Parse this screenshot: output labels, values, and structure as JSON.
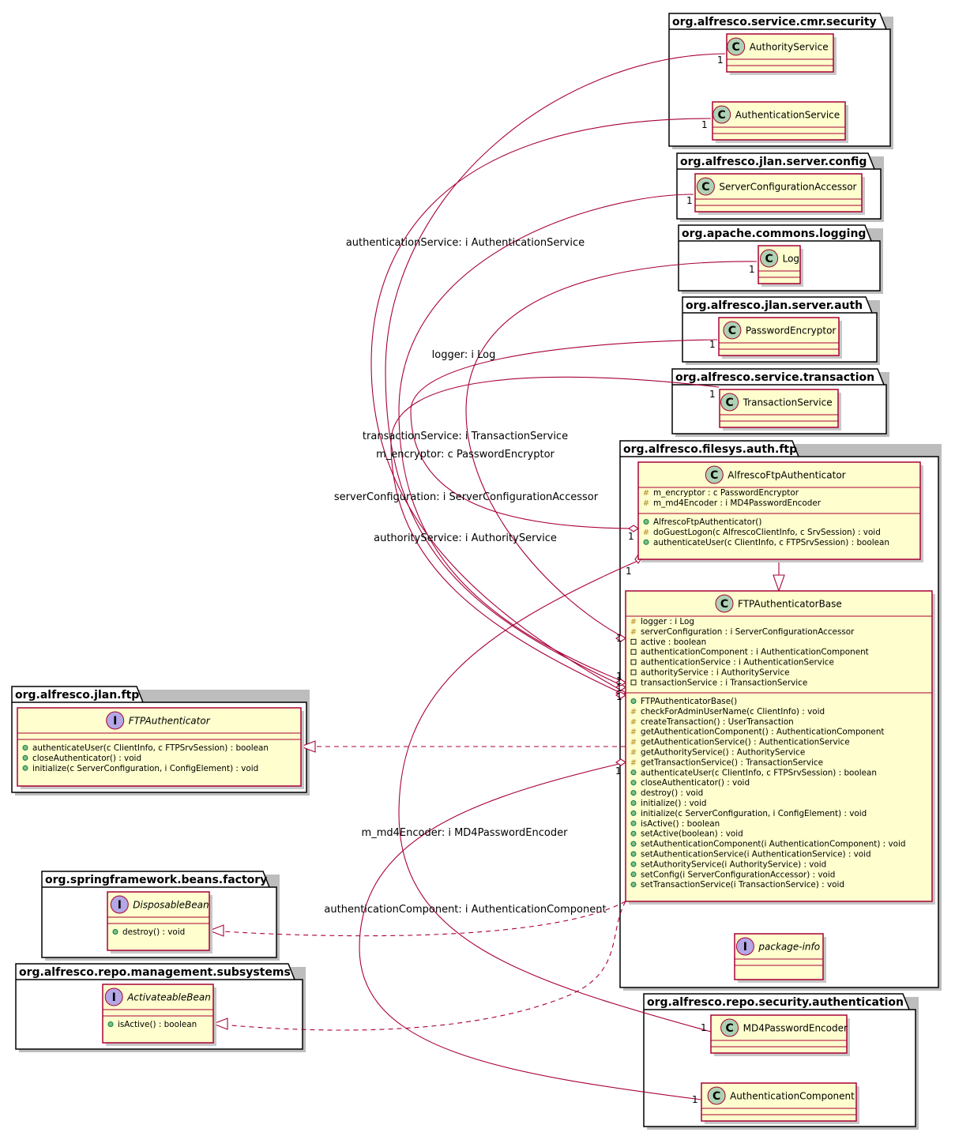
{
  "diagram": {
    "packages": [
      {
        "id": "p_cmr_security",
        "name": "org.alfresco.service.cmr.security"
      },
      {
        "id": "p_server_config",
        "name": "org.alfresco.jlan.server.config"
      },
      {
        "id": "p_logging",
        "name": "org.apache.commons.logging"
      },
      {
        "id": "p_server_auth",
        "name": "org.alfresco.jlan.server.auth"
      },
      {
        "id": "p_transaction",
        "name": "org.alfresco.service.transaction"
      },
      {
        "id": "p_filesys_ftp",
        "name": "org.alfresco.filesys.auth.ftp"
      },
      {
        "id": "p_jlan_ftp",
        "name": "org.alfresco.jlan.ftp"
      },
      {
        "id": "p_spring",
        "name": "org.springframework.beans.factory"
      },
      {
        "id": "p_subsystems",
        "name": "org.alfresco.repo.management.subsystems"
      },
      {
        "id": "p_repo_auth",
        "name": "org.alfresco.repo.security.authentication"
      }
    ],
    "classes": [
      {
        "id": "AuthorityService",
        "kind": "class",
        "name": "AuthorityService",
        "fields": [],
        "methods": []
      },
      {
        "id": "AuthenticationService",
        "kind": "class",
        "name": "AuthenticationService",
        "fields": [],
        "methods": []
      },
      {
        "id": "ServerConfigurationAccessor",
        "kind": "class",
        "name": "ServerConfigurationAccessor",
        "fields": [],
        "methods": []
      },
      {
        "id": "Log",
        "kind": "class",
        "name": "Log",
        "fields": [],
        "methods": []
      },
      {
        "id": "PasswordEncryptor",
        "kind": "class",
        "name": "PasswordEncryptor",
        "fields": [],
        "methods": []
      },
      {
        "id": "TransactionService",
        "kind": "class",
        "name": "TransactionService",
        "fields": [],
        "methods": []
      },
      {
        "id": "AlfrescoFtpAuthenticator",
        "kind": "class",
        "name": "AlfrescoFtpAuthenticator",
        "fields": [
          {
            "vis": "protected",
            "text": "m_encryptor : c PasswordEncryptor"
          },
          {
            "vis": "protected",
            "text": "m_md4Encoder : i MD4PasswordEncoder"
          }
        ],
        "methods": [
          {
            "vis": "public",
            "text": "AlfrescoFtpAuthenticator()"
          },
          {
            "vis": "protected",
            "text": "doGuestLogon(c AlfrescoClientInfo, c SrvSession)  : void"
          },
          {
            "vis": "public",
            "text": "authenticateUser(c ClientInfo, c FTPSrvSession)  : boolean"
          }
        ]
      },
      {
        "id": "FTPAuthenticatorBase",
        "kind": "class",
        "name": "FTPAuthenticatorBase",
        "fields": [
          {
            "vis": "protected",
            "text": "logger : i Log"
          },
          {
            "vis": "protected",
            "text": "serverConfiguration : i ServerConfigurationAccessor"
          },
          {
            "vis": "private",
            "text": "active : boolean"
          },
          {
            "vis": "private",
            "text": "authenticationComponent : i AuthenticationComponent"
          },
          {
            "vis": "private",
            "text": "authenticationService : i AuthenticationService"
          },
          {
            "vis": "private",
            "text": "authorityService : i AuthorityService"
          },
          {
            "vis": "private",
            "text": "transactionService : i TransactionService"
          }
        ],
        "methods": [
          {
            "vis": "public",
            "text": "FTPAuthenticatorBase()"
          },
          {
            "vis": "protected",
            "text": "checkForAdminUserName(c ClientInfo)  : void"
          },
          {
            "vis": "protected",
            "text": "createTransaction()  :  UserTransaction"
          },
          {
            "vis": "protected",
            "text": "getAuthenticationComponent()  :  AuthenticationComponent"
          },
          {
            "vis": "protected",
            "text": "getAuthenticationService()  :  AuthenticationService"
          },
          {
            "vis": "protected",
            "text": "getAuthorityService()  :  AuthorityService"
          },
          {
            "vis": "protected",
            "text": "getTransactionService()  :  TransactionService"
          },
          {
            "vis": "public",
            "text": "authenticateUser(c ClientInfo, c FTPSrvSession)  : boolean"
          },
          {
            "vis": "public",
            "text": "closeAuthenticator()  : void"
          },
          {
            "vis": "public",
            "text": "destroy()  : void"
          },
          {
            "vis": "public",
            "text": "initialize()  : void"
          },
          {
            "vis": "public",
            "text": "initialize(c ServerConfiguration, i ConfigElement)  : void"
          },
          {
            "vis": "public",
            "text": "isActive()  : boolean"
          },
          {
            "vis": "public",
            "text": "setActive(boolean)  : void"
          },
          {
            "vis": "public",
            "text": "setAuthenticationComponent(i AuthenticationComponent)  : void"
          },
          {
            "vis": "public",
            "text": "setAuthenticationService(i AuthenticationService)  : void"
          },
          {
            "vis": "public",
            "text": "setAuthorityService(i AuthorityService)  : void"
          },
          {
            "vis": "public",
            "text": "setConfig(i ServerConfigurationAccessor)  : void"
          },
          {
            "vis": "public",
            "text": "setTransactionService(i TransactionService)  : void"
          }
        ]
      },
      {
        "id": "package-info",
        "kind": "interface",
        "name": "package-info",
        "fields": [],
        "methods": []
      },
      {
        "id": "FTPAuthenticator",
        "kind": "interface",
        "name": "FTPAuthenticator",
        "fields": [],
        "methods": [
          {
            "vis": "public",
            "text": "authenticateUser(c ClientInfo, c FTPSrvSession)  : boolean"
          },
          {
            "vis": "public",
            "text": "closeAuthenticator()  : void"
          },
          {
            "vis": "public",
            "text": "initialize(c ServerConfiguration, i ConfigElement)  : void"
          }
        ]
      },
      {
        "id": "DisposableBean",
        "kind": "interface",
        "name": "DisposableBean",
        "fields": [],
        "methods": [
          {
            "vis": "public",
            "text": "destroy()  : void"
          }
        ]
      },
      {
        "id": "ActivateableBean",
        "kind": "interface",
        "name": "ActivateableBean",
        "fields": [],
        "methods": [
          {
            "vis": "public",
            "text": "isActive()  : boolean"
          }
        ]
      },
      {
        "id": "MD4PasswordEncoder",
        "kind": "class",
        "name": "MD4PasswordEncoder",
        "fields": [],
        "methods": []
      },
      {
        "id": "AuthenticationComponent",
        "kind": "class",
        "name": "AuthenticationComponent",
        "fields": [],
        "methods": []
      }
    ],
    "relations": [
      {
        "id": "r_authService",
        "type": "aggregation",
        "from": "FTPAuthenticatorBase",
        "to": "AuthenticationService",
        "label": "authenticationService: i AuthenticationService",
        "multiplicity_source": "1",
        "multiplicity_target": "1"
      },
      {
        "id": "r_authority",
        "type": "aggregation",
        "from": "FTPAuthenticatorBase",
        "to": "AuthorityService",
        "label": "authorityService: i AuthorityService",
        "multiplicity_source": "1",
        "multiplicity_target": "1"
      },
      {
        "id": "r_serverConfig",
        "type": "aggregation",
        "from": "FTPAuthenticatorBase",
        "to": "ServerConfigurationAccessor",
        "label": "serverConfiguration: i ServerConfigurationAccessor",
        "multiplicity_source": "1",
        "multiplicity_target": "1"
      },
      {
        "id": "r_logger",
        "type": "aggregation",
        "from": "FTPAuthenticatorBase",
        "to": "Log",
        "label": "logger: i Log",
        "multiplicity_source": "1",
        "multiplicity_target": "1"
      },
      {
        "id": "r_encryptor",
        "type": "aggregation",
        "from": "AlfrescoFtpAuthenticator",
        "to": "PasswordEncryptor",
        "label": "m_encryptor: c PasswordEncryptor",
        "multiplicity_source": "1",
        "multiplicity_target": "1"
      },
      {
        "id": "r_transaction",
        "type": "aggregation",
        "from": "FTPAuthenticatorBase",
        "to": "TransactionService",
        "label": "transactionService: i TransactionService",
        "multiplicity_source": "1",
        "multiplicity_target": "1"
      },
      {
        "id": "r_md4",
        "type": "aggregation",
        "from": "AlfrescoFtpAuthenticator",
        "to": "MD4PasswordEncoder",
        "label": "m_md4Encoder: i MD4PasswordEncoder",
        "multiplicity_source": "1",
        "multiplicity_target": "1"
      },
      {
        "id": "r_authComp",
        "type": "aggregation",
        "from": "FTPAuthenticatorBase",
        "to": "AuthenticationComponent",
        "label": "authenticationComponent: i AuthenticationComponent",
        "multiplicity_source": "1",
        "multiplicity_target": "1"
      },
      {
        "id": "r_extends",
        "type": "generalization",
        "from": "AlfrescoFtpAuthenticator",
        "to": "FTPAuthenticatorBase",
        "label": ""
      },
      {
        "id": "r_impl_ftp",
        "type": "realization",
        "from": "FTPAuthenticatorBase",
        "to": "FTPAuthenticator",
        "label": ""
      },
      {
        "id": "r_impl_disp",
        "type": "realization",
        "from": "FTPAuthenticatorBase",
        "to": "DisposableBean",
        "label": ""
      },
      {
        "id": "r_impl_activ",
        "type": "realization",
        "from": "FTPAuthenticatorBase",
        "to": "ActivateableBean",
        "label": ""
      }
    ],
    "colors": {
      "class_fill": "#FEFECE",
      "class_border": "#A80036",
      "class_badge": "#ADD1B2",
      "interface_badge": "#B4A7E5",
      "edge": "#A80036",
      "package_border": "#000000"
    }
  }
}
